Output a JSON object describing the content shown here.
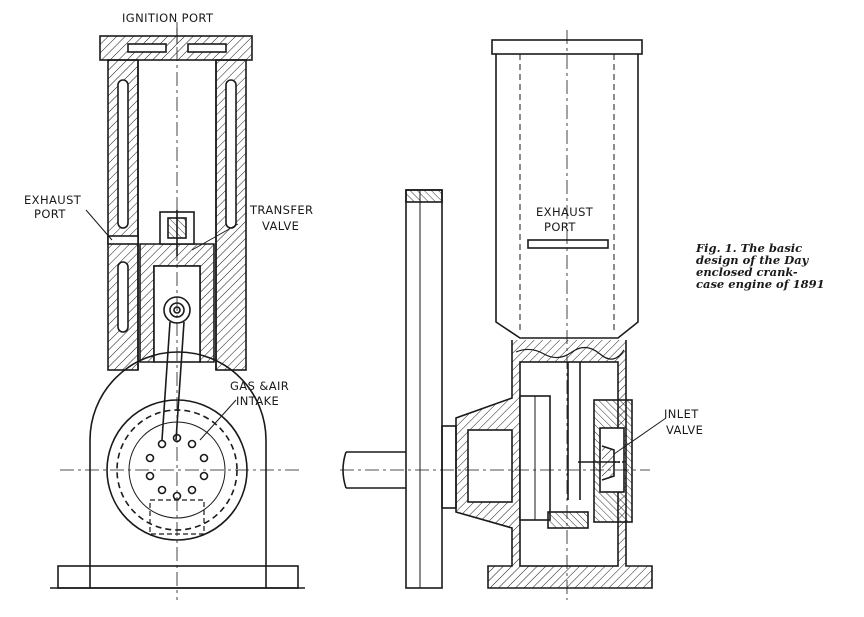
{
  "labels": {
    "ignition_port": "IGNITION PORT",
    "exhaust_port_left": [
      "EXHAUST",
      "PORT"
    ],
    "transfer_valve": [
      "TRANSFER",
      "VALVE"
    ],
    "gas_air_intake": [
      "GAS &AIR",
      "INTAKE"
    ],
    "exhaust_port_right": [
      "EXHAUST",
      "PORT"
    ],
    "inlet_valve": [
      "INLET",
      "VALVE"
    ]
  },
  "caption": {
    "lines": [
      "Fig. 1. The basic",
      "design of the Day",
      "enclosed crank-",
      "case engine of 1891"
    ]
  },
  "colors": {
    "ink": "#1a1a1a",
    "paper": "#ffffff"
  }
}
